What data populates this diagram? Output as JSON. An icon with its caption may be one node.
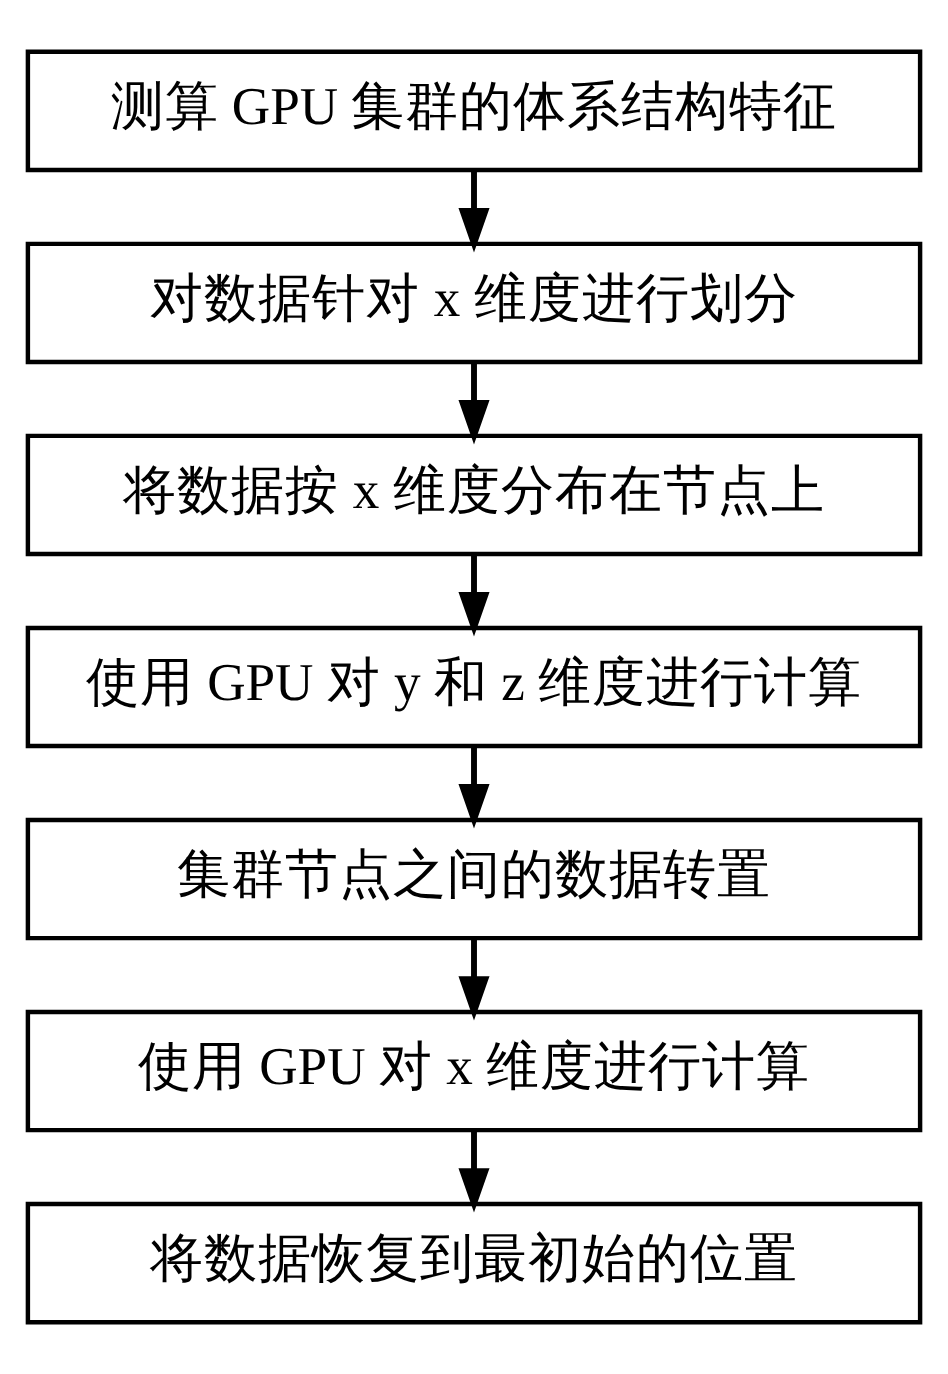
{
  "diagram": {
    "nodes": [
      {
        "text": [
          "测算 GPU 集群的体系结构特征"
        ]
      },
      {
        "text": [
          "对数据针对 x 维度进行划分"
        ]
      },
      {
        "text": [
          "将数据按 x 维度分布在节点上"
        ]
      },
      {
        "text": [
          "使用 GPU 对 y 和 z 维度进行计算"
        ]
      },
      {
        "text": [
          "集群节点之间的数据转置"
        ]
      },
      {
        "text": [
          "使用 GPU 对 x 维度进行计算"
        ]
      },
      {
        "text": [
          "将数据恢复到最初始的位置"
        ]
      }
    ],
    "edges": [
      {
        "from": 0,
        "to": 1,
        "arrow": "to"
      },
      {
        "from": 1,
        "to": 2,
        "arrow": "to"
      },
      {
        "from": 2,
        "to": 3,
        "arrow": "to"
      },
      {
        "from": 3,
        "to": 4,
        "arrow": "to"
      },
      {
        "from": 4,
        "to": 5,
        "arrow": "to"
      },
      {
        "from": 5,
        "to": 6,
        "arrow": "to"
      }
    ]
  }
}
